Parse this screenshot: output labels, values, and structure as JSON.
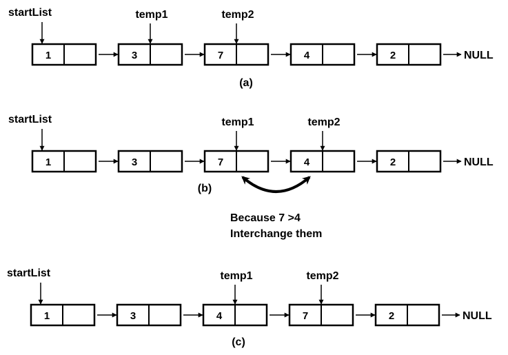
{
  "diagrams": [
    {
      "caption": "(a)",
      "start_label": "startList",
      "terminator": "NULL",
      "nodes": [
        "1",
        "3",
        "7",
        "4",
        "2"
      ],
      "pointers": [
        {
          "label": "temp1",
          "node_index": 1
        },
        {
          "label": "temp2",
          "node_index": 2
        }
      ],
      "swap_arrow": false
    },
    {
      "caption": "(b)",
      "start_label": "startList",
      "terminator": "NULL",
      "nodes": [
        "1",
        "3",
        "7",
        "4",
        "2"
      ],
      "pointers": [
        {
          "label": "temp1",
          "node_index": 2
        },
        {
          "label": "temp2",
          "node_index": 3
        }
      ],
      "swap_arrow": true
    },
    {
      "caption": "(c)",
      "start_label": "startList",
      "terminator": "NULL",
      "nodes": [
        "1",
        "3",
        "4",
        "7",
        "2"
      ],
      "pointers": [
        {
          "label": "temp1",
          "node_index": 2
        },
        {
          "label": "temp2",
          "node_index": 3
        }
      ],
      "swap_arrow": false
    }
  ],
  "note": {
    "line1": "Because 7 >4",
    "line2": "Interchange them"
  }
}
